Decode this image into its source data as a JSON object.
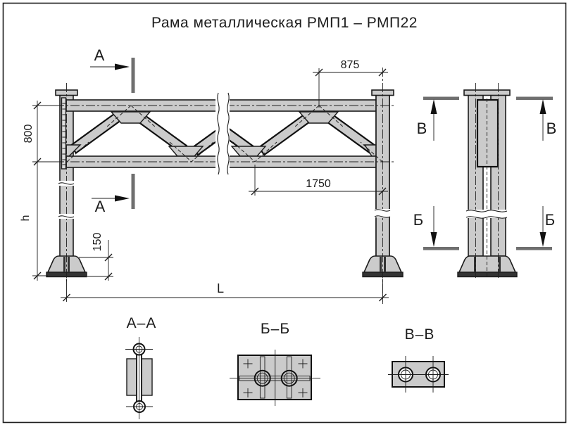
{
  "title": "Рама металлическая РМП1 – РМП22",
  "front_view": {
    "dim_top_half_panel": "875",
    "dim_panel": "1750",
    "dim_truss_height": "800",
    "dim_column_height": "h",
    "dim_base": "150",
    "dim_span": "L",
    "cut_label_a": "А"
  },
  "side_view": {
    "cut_label_b": "Б",
    "cut_label_v": "В"
  },
  "sections": {
    "aa": "А–А",
    "bb": "Б–Б",
    "vv": "В–В"
  },
  "colors": {
    "steel_fill": "#cbcbcb",
    "line": "#1c1c1c",
    "cut_plane_bar": "#6f6f6f",
    "base_plate": "#333333",
    "background": "#ffffff"
  }
}
